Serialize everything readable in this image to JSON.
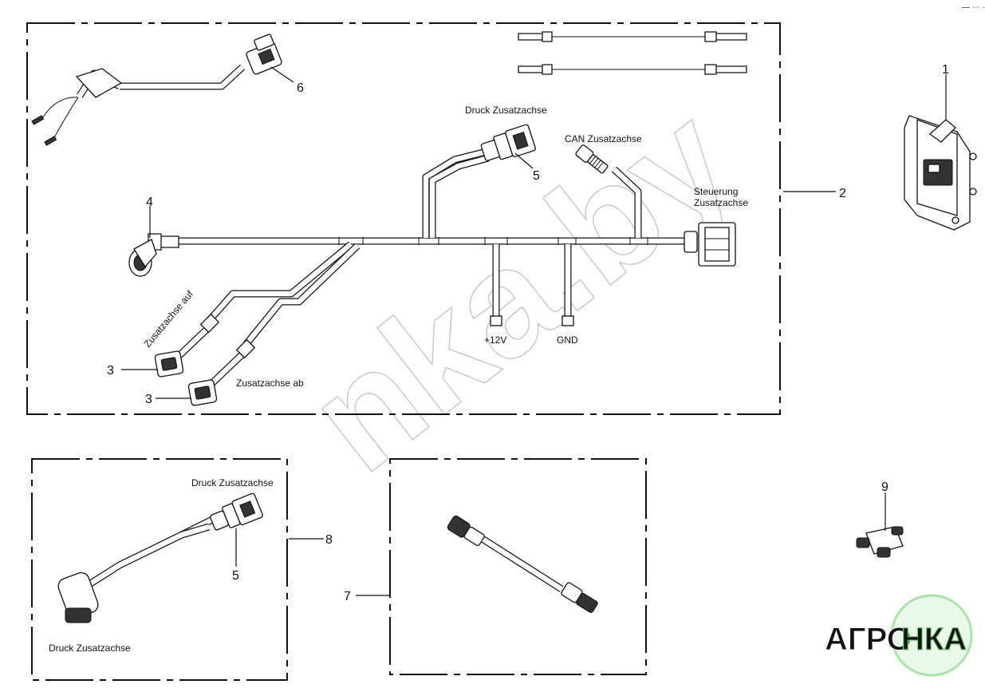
{
  "diagram": {
    "labels": {
      "druck_top": "Druck Zusatzachse",
      "can": "CAN Zusatzachse",
      "steuerung_1": "Steuerung",
      "steuerung_2": "Zusatzachse",
      "auf": "Zusatzachse auf",
      "ab": "Zusatzachse ab",
      "plus12v": "+12V",
      "gnd": "GND",
      "druck_box8_top": "Druck Zusatzachse",
      "druck_box8_bottom": "Druck Zusatzachse"
    },
    "callouts": {
      "c1": "1",
      "c2": "2",
      "c3a": "3",
      "c3b": "3",
      "c4": "4",
      "c5a": "5",
      "c5b": "5",
      "c6": "6",
      "c7": "7",
      "c8": "8",
      "c9": "9"
    }
  },
  "watermark": {
    "text": "nka.by",
    "logo_left": "АГРО",
    "logo_right": "НКА",
    "logo_color": "#7fd67f"
  },
  "corner_mark": "— ⋯ ·"
}
